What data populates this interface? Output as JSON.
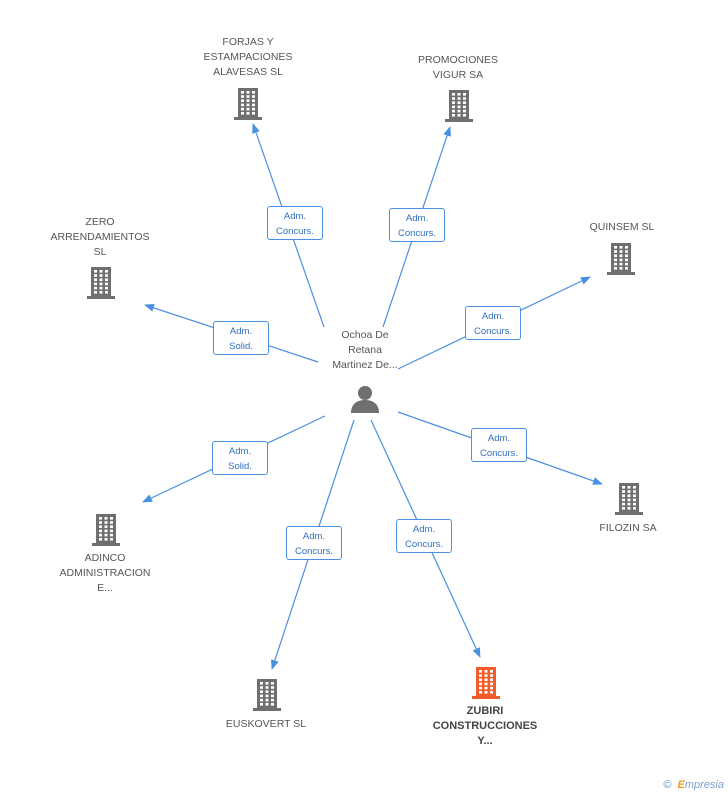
{
  "colors": {
    "edge": "#4a90e2",
    "building": "#6f6f6f",
    "highlight_building": "#f25c2a",
    "person": "#6f6f6f"
  },
  "center": {
    "name_lines": [
      "Ochoa De",
      "Retana",
      "Martinez De..."
    ],
    "icon": "person-icon"
  },
  "nodes": [
    {
      "id": "forjas",
      "lines": [
        "FORJAS Y",
        "ESTAMPACIONES",
        "ALAVESAS SL"
      ],
      "icon": "building-icon",
      "highlight": false
    },
    {
      "id": "promociones",
      "lines": [
        "PROMOCIONES",
        "VIGUR SA"
      ],
      "icon": "building-icon",
      "highlight": false
    },
    {
      "id": "zero",
      "lines": [
        "ZERO",
        "ARRENDAMIENTOS",
        "SL"
      ],
      "icon": "building-icon",
      "highlight": false
    },
    {
      "id": "quinsem",
      "lines": [
        "QUINSEM SL"
      ],
      "icon": "building-icon",
      "highlight": false
    },
    {
      "id": "filozin",
      "lines": [
        "FILOZIN SA"
      ],
      "icon": "building-icon",
      "highlight": false
    },
    {
      "id": "adinco",
      "lines": [
        "ADINCO",
        "ADMINISTRACION",
        "E..."
      ],
      "icon": "building-icon",
      "highlight": false
    },
    {
      "id": "euskovert",
      "lines": [
        "EUSKOVERT SL"
      ],
      "icon": "building-icon",
      "highlight": false
    },
    {
      "id": "zubiri",
      "lines": [
        "ZUBIRI",
        "CONSTRUCCIONES",
        "Y..."
      ],
      "icon": "building-icon",
      "highlight": true
    }
  ],
  "edges": [
    {
      "to": "forjas",
      "role": [
        "Adm.",
        "Concurs."
      ]
    },
    {
      "to": "promociones",
      "role": [
        "Adm.",
        "Concurs."
      ]
    },
    {
      "to": "zero",
      "role": [
        "Adm.",
        "Solid."
      ]
    },
    {
      "to": "quinsem",
      "role": [
        "Adm.",
        "Concurs."
      ]
    },
    {
      "to": "filozin",
      "role": [
        "Adm.",
        "Concurs."
      ]
    },
    {
      "to": "adinco",
      "role": [
        "Adm.",
        "Solid."
      ]
    },
    {
      "to": "euskovert",
      "role": [
        "Adm.",
        "Concurs."
      ]
    },
    {
      "to": "zubiri",
      "role": [
        "Adm.",
        "Concurs."
      ]
    }
  ],
  "footer": {
    "copyright_symbol": "©",
    "brand_initial": "E",
    "brand_rest": "mpresia"
  }
}
